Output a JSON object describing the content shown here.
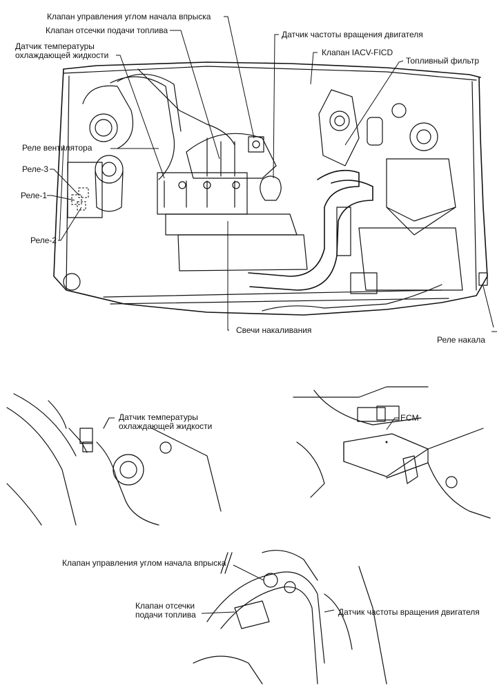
{
  "figure": {
    "main_view": {
      "labels": {
        "injection_timing_valve": "Клапан управления углом начала впрыска",
        "fuel_cut_valve": "Клапан отсечки подачи топлива",
        "coolant_temp_sensor_line1": "Датчик температуры",
        "coolant_temp_sensor_line2": "охлаждающей жидкости",
        "engine_speed_sensor": "Датчик частоты вращения двигателя",
        "iacv_ficd_valve": "Клапан IACV-FICD",
        "fuel_filter": "Топливный фильтр",
        "fan_relay": "Реле вентилятора",
        "relay_3": "Реле-3",
        "relay_1": "Реле-1",
        "relay_2": "Реле-2",
        "glow_plugs": "Свечи накаливания",
        "glow_relay": "Реле накала"
      }
    },
    "detail_coolant_sensor": {
      "label_line1": "Датчик температуры",
      "label_line2": "охлаждающей жидкости"
    },
    "detail_ecm": {
      "label": "ECM"
    },
    "detail_injection_pump": {
      "injection_timing_valve": "Клапан управления углом начала впрыска",
      "fuel_cut_valve_line1": "Клапан отсечки",
      "fuel_cut_valve_line2": "подачи топлива",
      "engine_speed_sensor": "Датчик частоты вращения двигателя"
    }
  }
}
